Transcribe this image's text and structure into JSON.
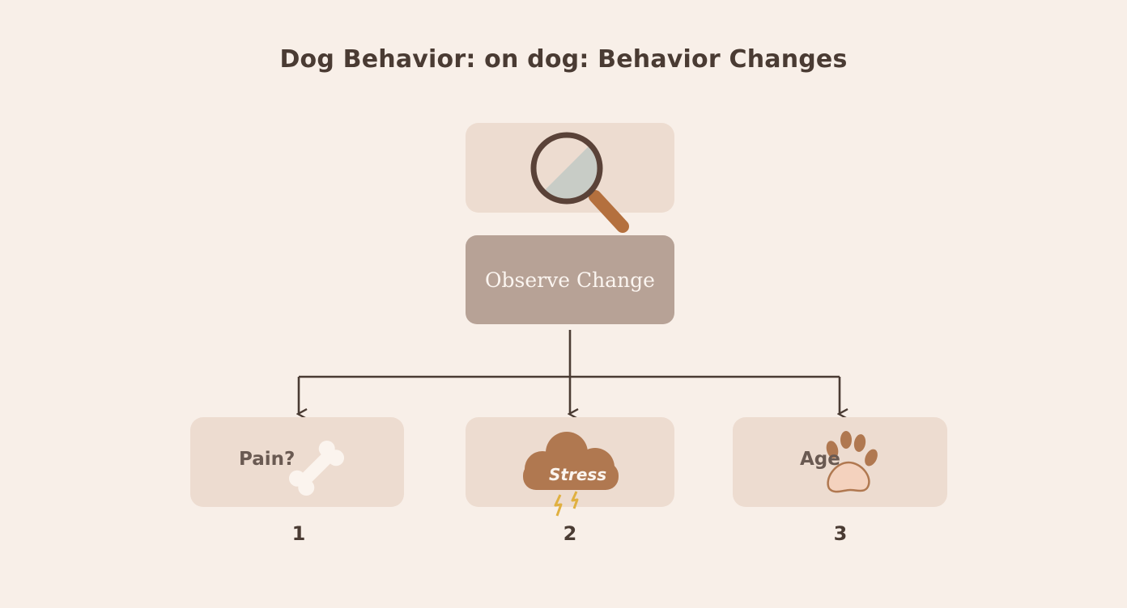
{
  "title": "Dog Behavior: on dog: Behavior Changes",
  "root": {
    "icon": "magnifying-glass-icon",
    "label": "Observe Change"
  },
  "causes": [
    {
      "label": "Pain?",
      "icon": "bone-icon",
      "number": "1"
    },
    {
      "label": "Stress",
      "icon": "storm-cloud-icon",
      "number": "2"
    },
    {
      "label": "Age",
      "icon": "paw-print-icon",
      "number": "3"
    }
  ],
  "colors": {
    "background": "#f8efe8",
    "box": "#eddcd0",
    "observe_box": "#b7a296",
    "line": "#4a3b33",
    "cloud": "#b07850"
  }
}
